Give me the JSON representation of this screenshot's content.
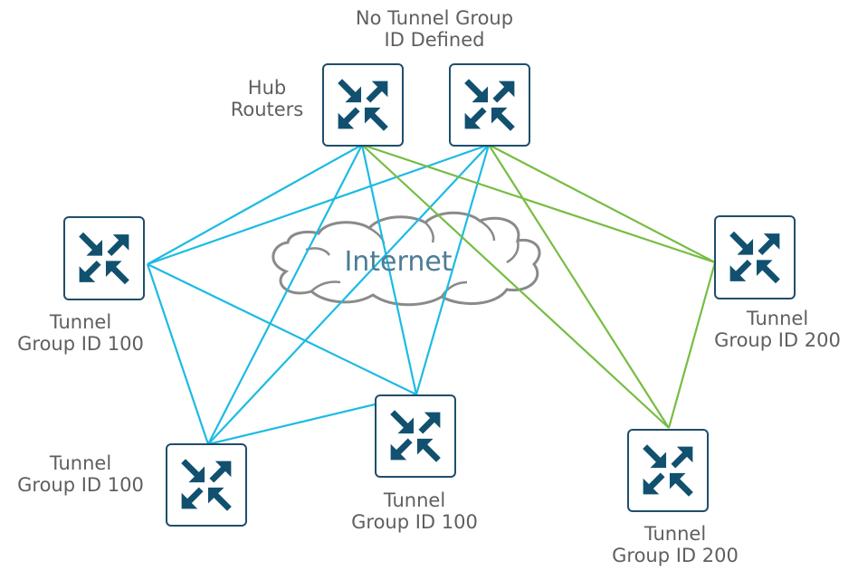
{
  "labels": {
    "hub_group": "No Tunnel Group\nID Defined",
    "hub_routers": "Hub\nRouters",
    "cloud": "Internet",
    "spoke_left_top": "Tunnel\nGroup ID 100",
    "spoke_left_bottom": "Tunnel\nGroup ID 100",
    "spoke_center": "Tunnel\nGroup ID 100",
    "spoke_right_top": "Tunnel\nGroup ID 200",
    "spoke_right_bottom": "Tunnel\nGroup ID 200"
  },
  "colors": {
    "group_100_link": "#1cbbe3",
    "group_200_link": "#76bd43",
    "router_icon": "#12506f",
    "cloud_outline": "#8a8a8a",
    "label_text": "#5f5f5f"
  },
  "icons": {
    "router": "router-arrows-icon",
    "cloud": "cloud-icon"
  }
}
